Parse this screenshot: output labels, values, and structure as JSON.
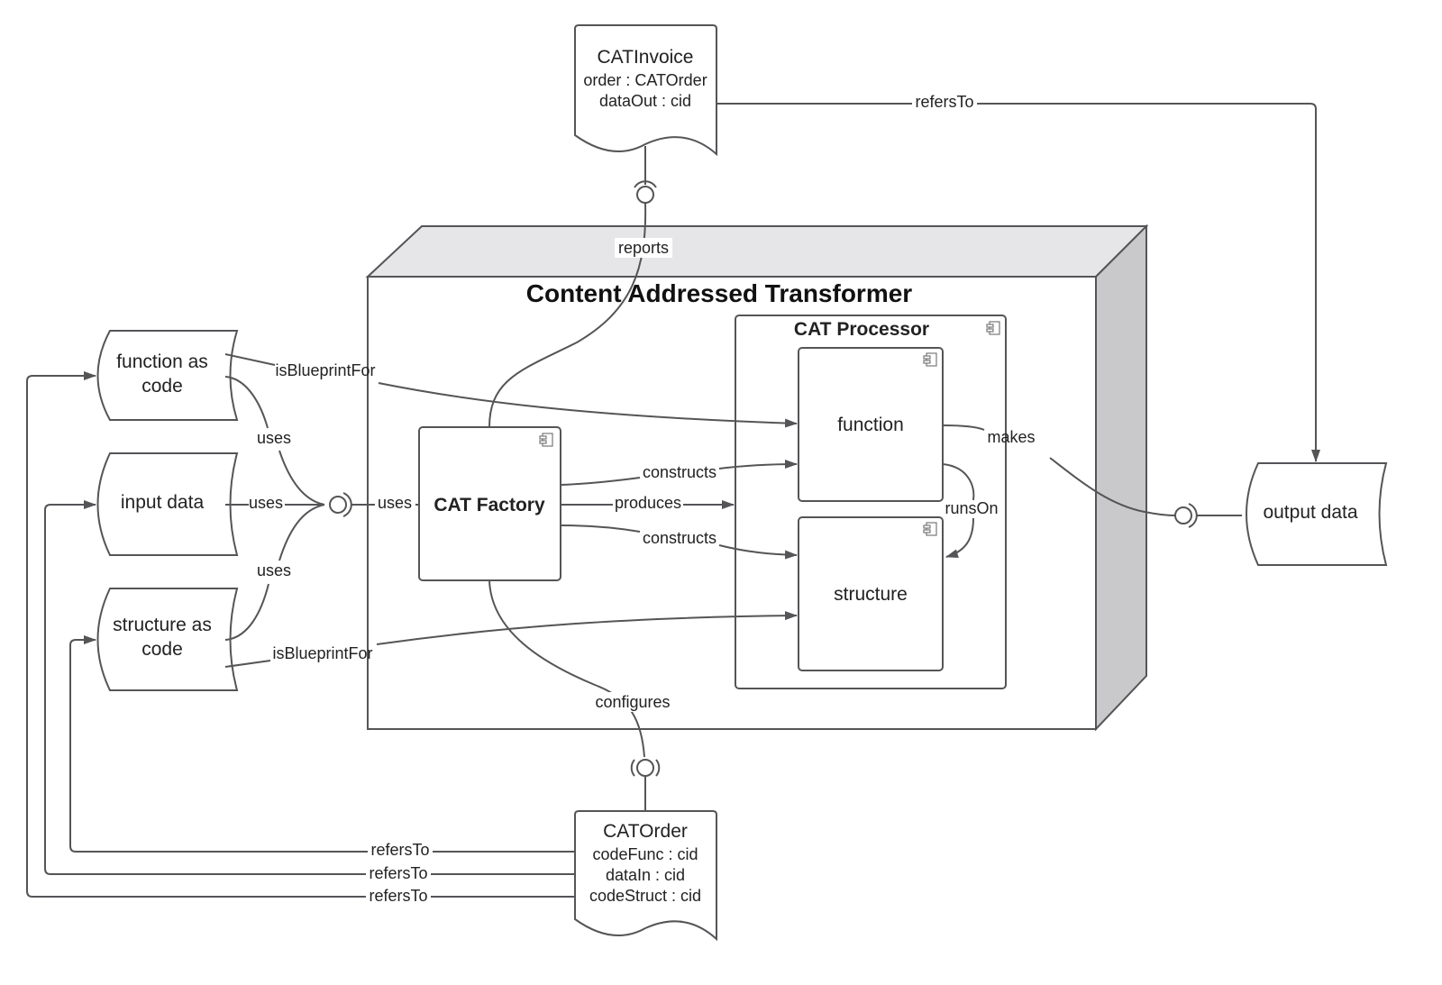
{
  "diagram": {
    "title": "Content Addressed Transformer",
    "processor": {
      "title": "CAT Processor",
      "function_label": "function",
      "structure_label": "structure"
    },
    "factory_label": "CAT Factory",
    "invoice": {
      "name": "CATInvoice",
      "attributes": [
        "order : CATOrder",
        "dataOut : cid"
      ]
    },
    "order": {
      "name": "CATOrder",
      "attributes": [
        "codeFunc : cid",
        "dataIn : cid",
        "codeStruct : cid"
      ]
    },
    "inputs": {
      "function_code": [
        "function as",
        "code"
      ],
      "input_data": "input data",
      "structure_code": [
        "structure as",
        "code"
      ]
    },
    "output_data": "output data",
    "edges": {
      "reports": "reports",
      "configures": "configures",
      "invoice_refers_to": "refersTo",
      "is_blueprint_for_function": "isBlueprintFor",
      "is_blueprint_for_structure": "isBlueprintFor",
      "uses_function": "uses",
      "uses_data": "uses",
      "uses_structure": "uses",
      "uses_factory": "uses",
      "constructs_function": "constructs",
      "produces": "produces",
      "constructs_structure": "constructs",
      "makes": "makes",
      "runs_on": "runsOn",
      "order_refers_to_structure": "refersTo",
      "order_refers_to_data": "refersTo",
      "order_refers_to_function": "refersTo"
    },
    "icons": {
      "component": "component-icon",
      "interface_socket": "interface-socket-icon"
    },
    "colors": {
      "line": "#555558",
      "node_top": "#e6e6e8",
      "node_side": "#c9c9cc"
    }
  }
}
